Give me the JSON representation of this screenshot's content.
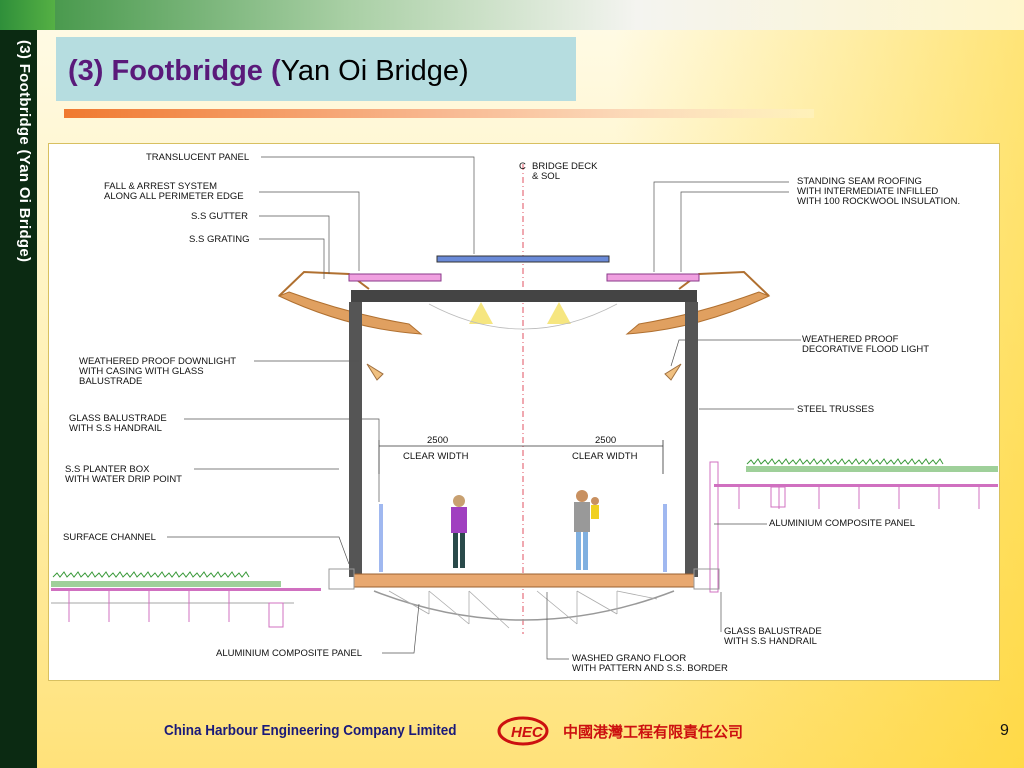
{
  "side_title": "(3) Footbridge (Yan Oi Bridge)",
  "title": {
    "part1": "(3) Footbridge (",
    "part2": "Yan Oi Bridge)"
  },
  "drawing": {
    "labels": {
      "translucent_panel": "TRANSLUCENT PANEL",
      "fall_arrest_1": "FALL & ARREST SYSTEM",
      "fall_arrest_2": "ALONG ALL PERIMETER EDGE",
      "ss_gutter": "S.S GUTTER",
      "ss_grating": "S.S GRATING",
      "cl_mark": "C",
      "bridge_deck_1": "BRIDGE DECK",
      "bridge_deck_2": "& SOL",
      "roofing_1": "STANDING SEAM ROOFING",
      "roofing_2": "WITH INTERMEDIATE INFILLED",
      "roofing_3": "WITH 100 ROCKWOOL INSULATION.",
      "downlight_1": "WEATHERED PROOF DOWNLIGHT",
      "downlight_2": "WITH CASING WITH GLASS",
      "downlight_3": "BALUSTRADE",
      "floodlight_1": "WEATHERED PROOF",
      "floodlight_2": "DECORATIVE FLOOD LIGHT",
      "glass_bal_left_1": "GLASS BALUSTRADE",
      "glass_bal_left_2": "WITH S.S HANDRAIL",
      "steel_trusses": "STEEL TRUSSES",
      "planter_1": "S.S PLANTER BOX",
      "planter_2": "WITH WATER DRIP POINT",
      "surface_channel": "SURFACE CHANNEL",
      "alu_panel_right": "ALUMINIUM COMPOSITE PANEL",
      "glass_bal_right_1": "GLASS BALUSTRADE",
      "glass_bal_right_2": "WITH S.S HANDRAIL",
      "alu_panel_bottom": "ALUMINIUM COMPOSITE PANEL",
      "grano_1": "WASHED GRANO FLOOR",
      "grano_2": "WITH PATTERN AND S.S. BORDER",
      "dim_left_value": "2500",
      "dim_left_text": "CLEAR WIDTH",
      "dim_right_value": "2500",
      "dim_right_text": "CLEAR WIDTH"
    }
  },
  "footer": {
    "company_en": "China Harbour Engineering Company Limited",
    "logo_text": "HEC",
    "company_cn": "中國港灣工程有限責任公司",
    "page_number": "9"
  }
}
